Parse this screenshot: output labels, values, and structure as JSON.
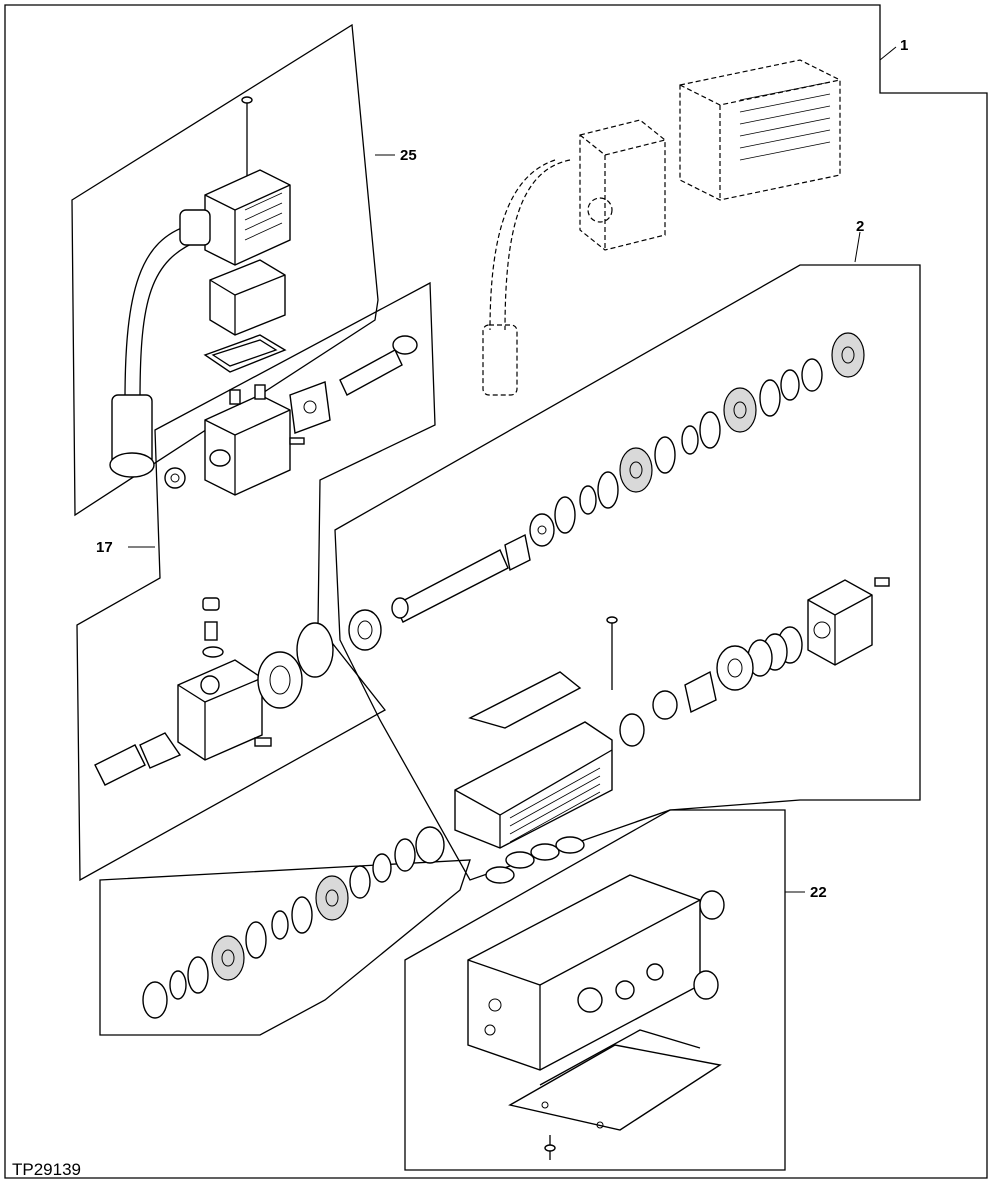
{
  "figure_id": "TP29139",
  "callouts": [
    {
      "id": "1",
      "text": "1"
    },
    {
      "id": "2",
      "text": "2"
    },
    {
      "id": "17",
      "text": "17"
    },
    {
      "id": "22",
      "text": "22"
    },
    {
      "id": "25",
      "text": "25"
    }
  ],
  "colors": {
    "ink": "#000000",
    "paper": "#ffffff",
    "shade": "#d9d9d9"
  }
}
